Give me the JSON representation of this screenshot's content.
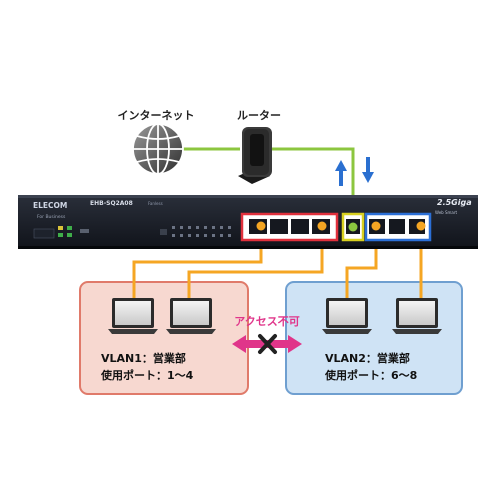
{
  "internet": {
    "label": "インターネット"
  },
  "router": {
    "label": "ルーター"
  },
  "switch": {
    "brand": "ELECOM",
    "model": "EHB-SQ2A08",
    "model_tag": "Fanless",
    "subtitle": "For Business",
    "speed_logo": "2.5Giga",
    "smart_tag": "Web Smart"
  },
  "blocked_label": "アクセス不可",
  "vlans": [
    {
      "name": "VLAN1：営業部",
      "ports": "使用ポート：1〜4",
      "color": "#f7d8d0",
      "border": "#e07a6a"
    },
    {
      "name": "VLAN2：営業部",
      "ports": "使用ポート：6〜8",
      "color": "#cfe3f5",
      "border": "#6f9fd0"
    }
  ],
  "colors": {
    "cable_green": "#8cc63f",
    "cable_orange": "#f5a623",
    "group1_box": "#e0303c",
    "group2_box": "#2b6fd6",
    "uplink_box": "#d8d020",
    "arrow_blue": "#2a6fd0",
    "blocked_pink": "#e0358a"
  }
}
